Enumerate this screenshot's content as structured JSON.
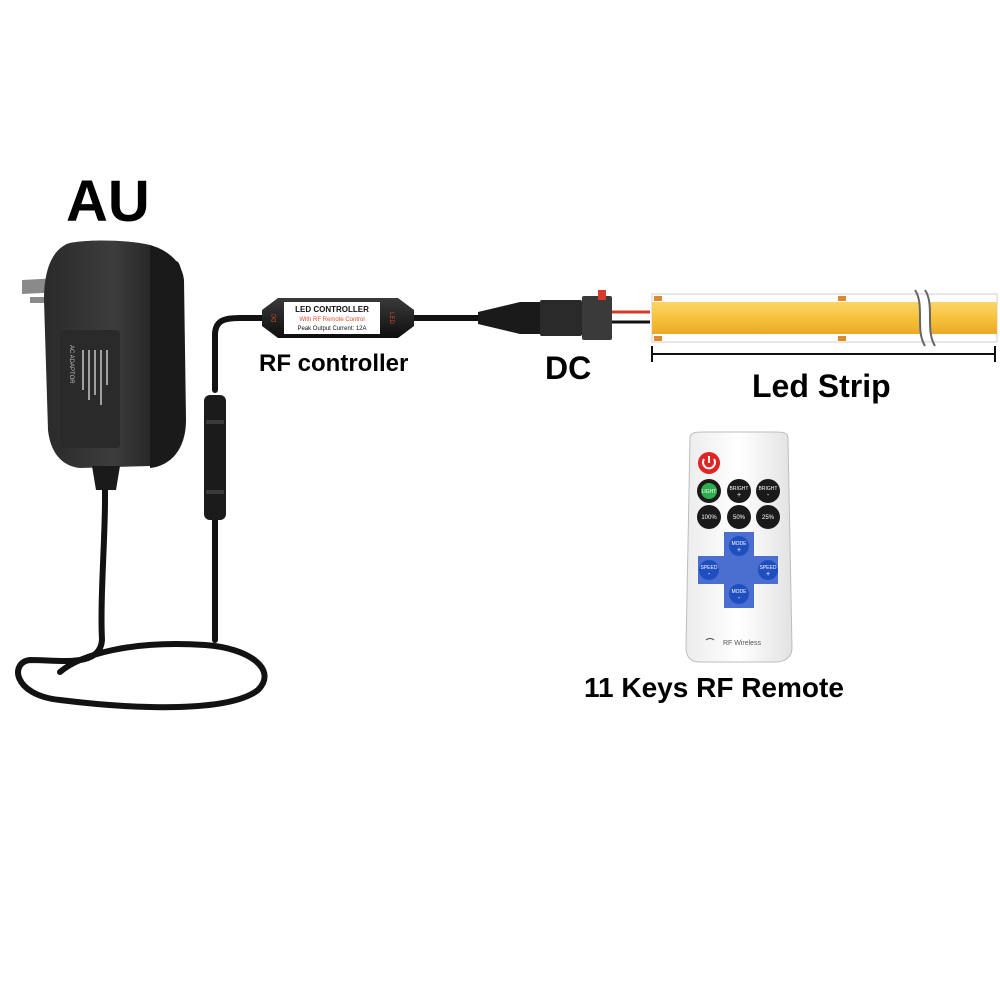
{
  "labels": {
    "plug_type": "AU",
    "rf_controller": "RF controller",
    "dc": "DC",
    "led_strip": "Led Strip",
    "remote": "11 Keys RF Remote"
  },
  "controller": {
    "title": "LED CONTROLLER",
    "subtitle": "With RF Remote Control",
    "spec": "Peak Output Current: 12A",
    "side_left": "DC",
    "side_right": "LED"
  },
  "adapter": {
    "title": "AC ADAPTOR"
  },
  "remote_keys": {
    "light": "LIGHT",
    "bright_up": "BRIGHT",
    "bright_up_sign": "+",
    "bright_down": "BRIGHT",
    "bright_down_sign": "-",
    "p100": "100%",
    "p50": "50%",
    "p25": "25%",
    "mode_up": "MODE",
    "mode_up_sign": "+",
    "speed_left": "SPEED",
    "speed_left_sign": "-",
    "speed_right": "SPEED",
    "speed_right_sign": "+",
    "mode_down": "MODE",
    "mode_down_sign": "-",
    "brand": "RF Wireless"
  },
  "colors": {
    "strip": "#f7c948",
    "cable": "#111111",
    "remote_blue": "#1f4fbf",
    "power_red": "#e02424",
    "light_green": "#2fae4e"
  }
}
